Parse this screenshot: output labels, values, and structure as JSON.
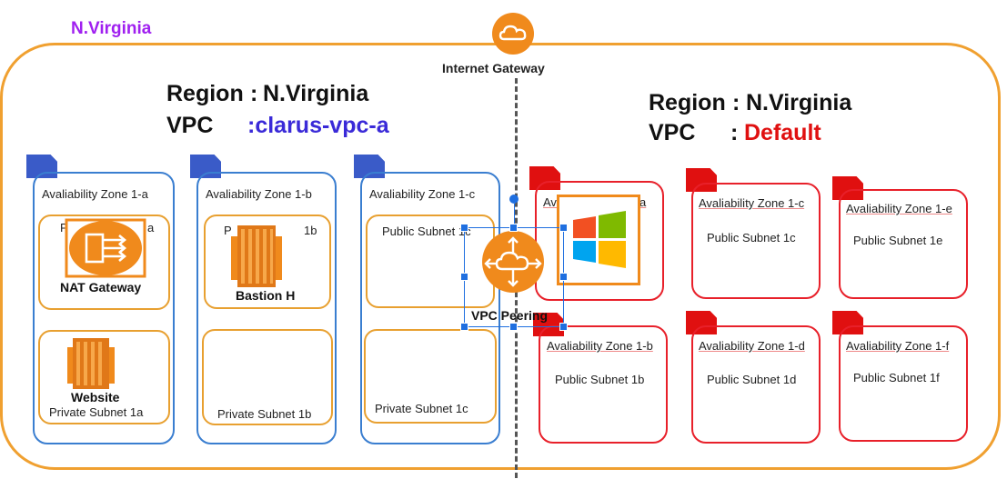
{
  "region_title": "N.Virginia",
  "internet_gateway": {
    "label": "Internet Gateway"
  },
  "left_vpc": {
    "region_key": "Region",
    "region_sep": ":",
    "region_value": "N.Virginia",
    "vpc_key": "VPC",
    "vpc_value": ":clarus-vpc-a"
  },
  "right_vpc": {
    "region_key": "Region",
    "region_sep": ":",
    "region_value": "N.Virginia",
    "vpc_key": "VPC",
    "vpc_sep": ":",
    "vpc_value": "Default"
  },
  "left_zones": [
    {
      "title": "Avaliability Zone 1-a",
      "public_partial_a": "P",
      "public_partial_b": "a",
      "public_icon_label": "NAT Gateway",
      "private_icon_label": "Website",
      "private_label": "Private Subnet 1a"
    },
    {
      "title": "Avaliability Zone 1-b",
      "public_partial_a": "P",
      "public_partial_b": "1b",
      "public_icon_label": "Bastion H",
      "private_label": "Private Subnet 1b"
    },
    {
      "title": "Avaliability Zone 1-c",
      "public_label": "Public Subnet 1c",
      "private_label": "Private Subnet 1c"
    }
  ],
  "right_zones": [
    {
      "title": "Ava",
      "title_tail": "a"
    },
    {
      "title": "Avaliability Zone 1-c",
      "subnet": "Public Subnet 1c"
    },
    {
      "title": "Avaliability Zone 1-e",
      "subnet": "Public Subnet 1e"
    },
    {
      "title": "Avaliability Zone 1-b",
      "subnet": "Public Subnet 1b"
    },
    {
      "title": "Avaliability Zone 1-d",
      "subnet": "Public Subnet 1d"
    },
    {
      "title": "Avaliability Zone 1-f",
      "subnet": "Public Subnet 1f"
    }
  ],
  "vpc_peering": {
    "label": "VPC Peering"
  },
  "colors": {
    "region_border": "#f0a030",
    "title_purple": "#a020f0",
    "vpc_a": "#3a2ad8",
    "default_red": "#e01010",
    "az_blue": "#3a7ed0",
    "az_red": "#e8202a",
    "subnet_orange": "#e8a030",
    "aws_orange": "#f08a1c"
  },
  "icons": [
    "cloud-icon",
    "nat-gateway-icon",
    "ec2-instance-icon",
    "vpc-peering-icon",
    "windows-logo-icon"
  ]
}
